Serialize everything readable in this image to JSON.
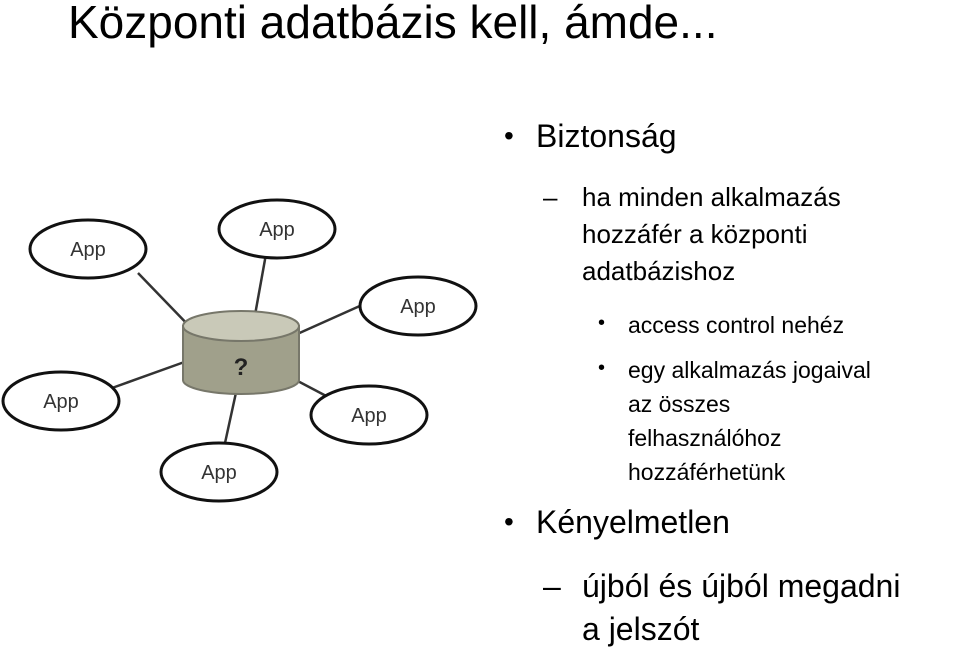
{
  "slide": {
    "title": "Központi adatbázis kell, ámde..."
  },
  "diagram": {
    "center_label": "?",
    "apps": [
      "App",
      "App",
      "App",
      "App",
      "App",
      "App"
    ],
    "colors": {
      "db_top": "#c9c9b8",
      "db_body": "#a0a08b",
      "db_stroke": "#77776a",
      "line": "#333333"
    }
  },
  "bullets": {
    "security": {
      "label": "Biztonság",
      "sub": {
        "line1": "ha minden alkalmazás",
        "line2": "hozzáfér a központi",
        "line3": "adatbázishoz"
      },
      "points": [
        {
          "lines": [
            "access control nehéz"
          ]
        },
        {
          "lines": [
            "egy alkalmazás jogaival",
            "az összes",
            "felhasználóhoz",
            "hozzáférhetünk"
          ]
        }
      ]
    },
    "inconvenient": {
      "label": "Kényelmetlen",
      "sub": {
        "line1": "újból és újból megadni",
        "line2": "a jelszót"
      }
    }
  }
}
